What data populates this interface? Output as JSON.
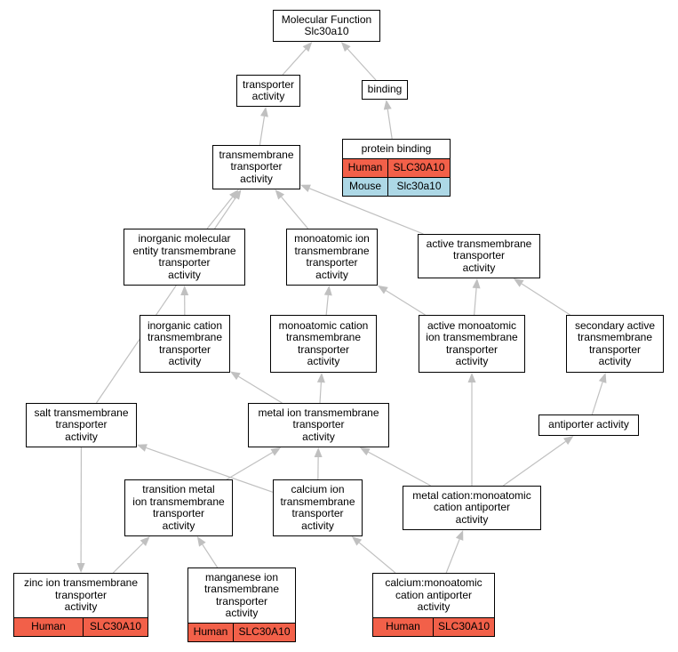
{
  "colors": {
    "human": "#f26049",
    "mouse": "#add8e6",
    "edge": "#c0c0c0"
  },
  "nodes": {
    "mf": {
      "label": "Molecular Function\nSlc30a10"
    },
    "ta": {
      "label": "transporter\nactivity"
    },
    "bind": {
      "label": "binding"
    },
    "pb": {
      "label": "protein binding",
      "rows": [
        {
          "species": "Human",
          "gene": "SLC30A10",
          "color": "#f26049"
        },
        {
          "species": "Mouse",
          "gene": "Slc30a10",
          "color": "#add8e6"
        }
      ]
    },
    "tmta": {
      "label": "transmembrane\ntransporter\nactivity"
    },
    "imeta": {
      "label": "inorganic molecular\nentity transmembrane\ntransporter\nactivity"
    },
    "mita": {
      "label": "monoatomic ion\ntransmembrane\ntransporter\nactivity"
    },
    "atta": {
      "label": "active transmembrane\ntransporter\nactivity"
    },
    "icta": {
      "label": "inorganic cation\ntransmembrane\ntransporter\nactivity"
    },
    "mcta": {
      "label": "monoatomic cation\ntransmembrane\ntransporter\nactivity"
    },
    "amita": {
      "label": "active monoatomic\nion transmembrane\ntransporter\nactivity"
    },
    "sata": {
      "label": "secondary active\ntransmembrane\ntransporter\nactivity"
    },
    "salt": {
      "label": "salt transmembrane\ntransporter\nactivity"
    },
    "metal": {
      "label": "metal ion transmembrane\ntransporter\nactivity"
    },
    "anti": {
      "label": "antiporter activity"
    },
    "tmi": {
      "label": "transition metal\nion transmembrane\ntransporter\nactivity"
    },
    "ca": {
      "label": "calcium ion\ntransmembrane\ntransporter\nactivity"
    },
    "mcma": {
      "label": "metal cation:monoatomic\ncation antiporter\nactivity"
    },
    "zinc": {
      "label": "zinc ion transmembrane\ntransporter\nactivity",
      "rows": [
        {
          "species": "Human",
          "gene": "SLC30A10",
          "color": "#f26049"
        }
      ]
    },
    "mn": {
      "label": "manganese ion\ntransmembrane\ntransporter\nactivity",
      "rows": [
        {
          "species": "Human",
          "gene": "SLC30A10",
          "color": "#f26049"
        }
      ]
    },
    "camca": {
      "label": "calcium:monoatomic\ncation antiporter\nactivity",
      "rows": [
        {
          "species": "Human",
          "gene": "SLC30A10",
          "color": "#f26049"
        }
      ]
    }
  },
  "edges": [
    [
      "ta",
      "mf"
    ],
    [
      "bind",
      "mf"
    ],
    [
      "pb",
      "bind"
    ],
    [
      "tmta",
      "ta"
    ],
    [
      "imeta",
      "tmta"
    ],
    [
      "mita",
      "tmta"
    ],
    [
      "atta",
      "tmta"
    ],
    [
      "salt",
      "tmta"
    ],
    [
      "icta",
      "imeta"
    ],
    [
      "mcta",
      "mita"
    ],
    [
      "amita",
      "mita"
    ],
    [
      "amita",
      "atta"
    ],
    [
      "sata",
      "atta"
    ],
    [
      "metal",
      "icta"
    ],
    [
      "metal",
      "mcta"
    ],
    [
      "salt",
      "zinc"
    ],
    [
      "tmi",
      "metal"
    ],
    [
      "ca",
      "metal"
    ],
    [
      "mcma",
      "metal"
    ],
    [
      "ca",
      "salt"
    ],
    [
      "anti",
      "sata"
    ],
    [
      "mcma",
      "amita"
    ],
    [
      "mcma",
      "anti"
    ],
    [
      "zinc",
      "tmi"
    ],
    [
      "mn",
      "tmi"
    ],
    [
      "camca",
      "ca"
    ],
    [
      "camca",
      "mcma"
    ]
  ]
}
